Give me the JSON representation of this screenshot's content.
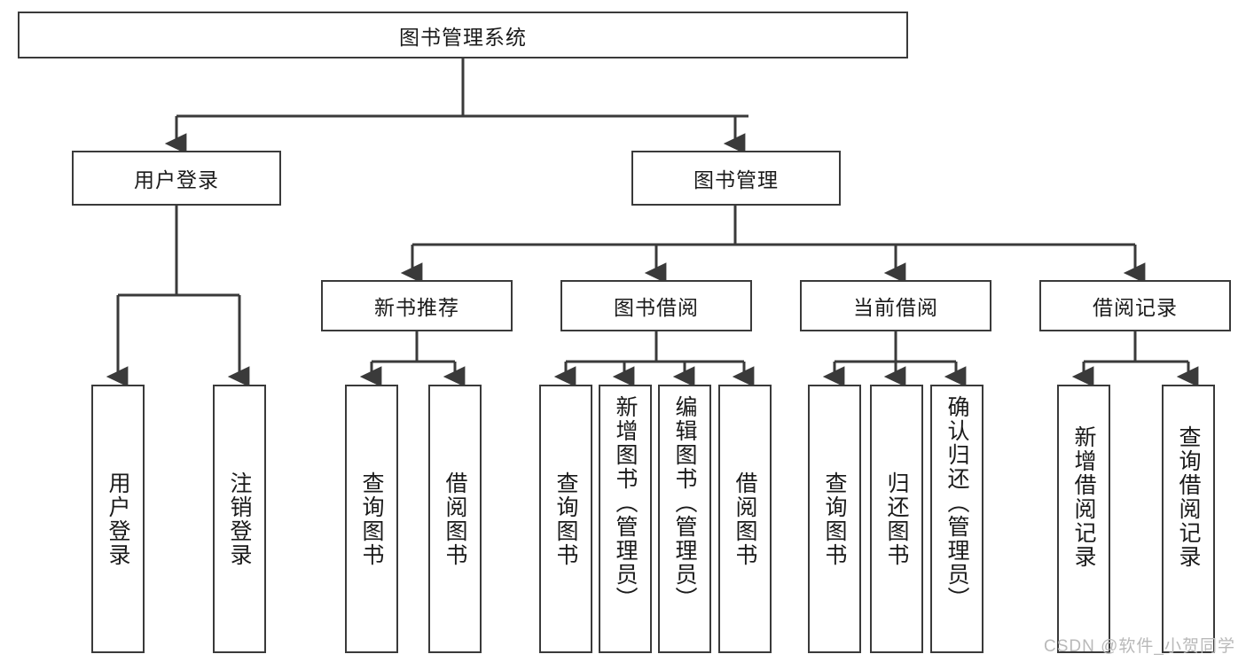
{
  "diagram": {
    "type": "tree",
    "title": "图书管理系统",
    "watermark": "CSDN @软件_小贺同学",
    "colors": {
      "box_border": "#3a3a3a",
      "box_fill": "#ffffff",
      "connector": "#3a3a3a",
      "text": "#1a1a1a",
      "watermark": "#b9b9b9"
    },
    "root": {
      "label": "图书管理系统"
    },
    "level2": [
      {
        "label": "用户登录"
      },
      {
        "label": "图书管理"
      }
    ],
    "level3": [
      {
        "label": "新书推荐"
      },
      {
        "label": "图书借阅"
      },
      {
        "label": "当前借阅"
      },
      {
        "label": "借阅记录"
      }
    ],
    "leaves": {
      "user_login": [
        {
          "label": "用户登录"
        },
        {
          "label": "注销登录"
        }
      ],
      "new_book_recommend": [
        {
          "label": "查询图书"
        },
        {
          "label": "借阅图书"
        }
      ],
      "book_borrow": [
        {
          "label": "查询图书"
        },
        {
          "label": "新增图书（管理员）"
        },
        {
          "label": "编辑图书（管理员）"
        },
        {
          "label": "借阅图书"
        }
      ],
      "current_borrow": [
        {
          "label": "查询图书"
        },
        {
          "label": "归还图书"
        },
        {
          "label": "确认归还（管理员）"
        }
      ],
      "borrow_record": [
        {
          "label": "新增借阅记录"
        },
        {
          "label": "查询借阅记录"
        }
      ]
    }
  }
}
